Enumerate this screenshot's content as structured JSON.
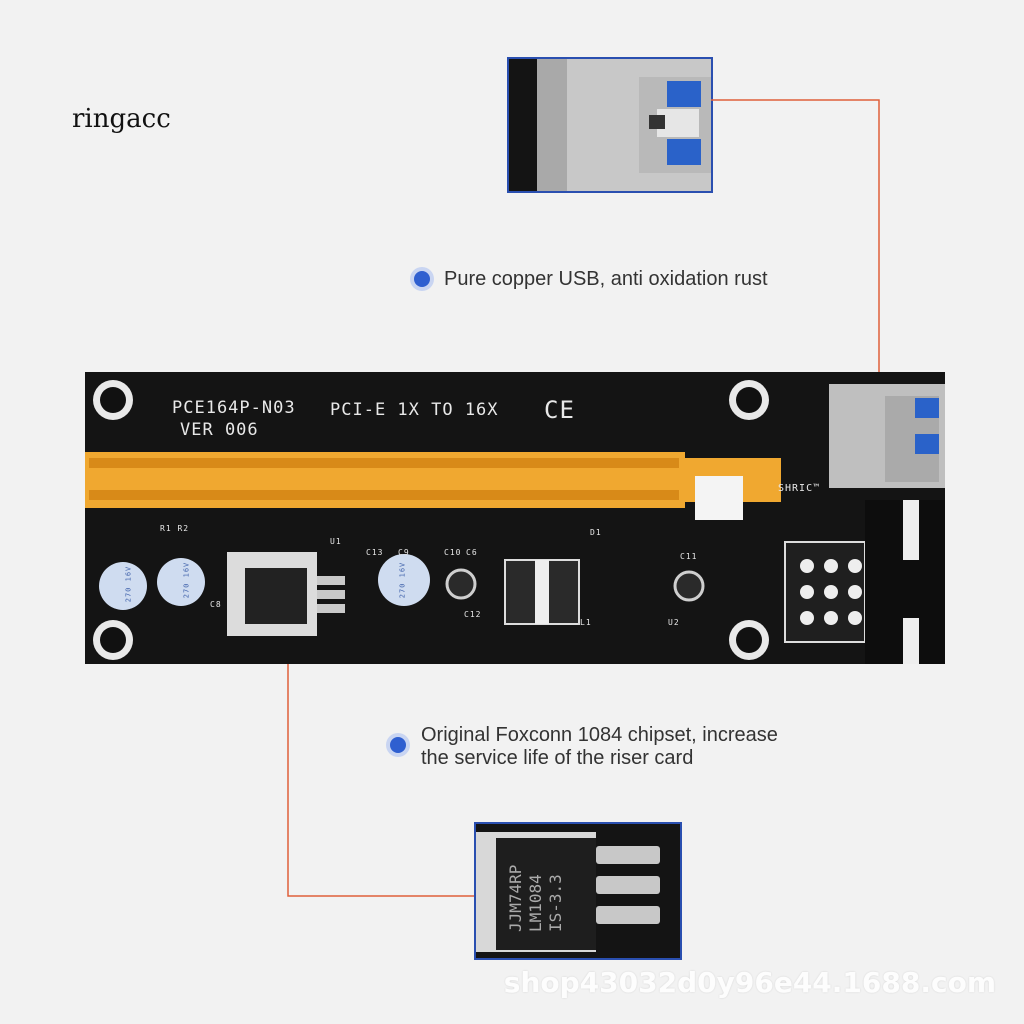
{
  "brand": "ringacc",
  "callouts": {
    "usb": "Pure copper USB, anti oxidation rust",
    "chipset_line1": "Original Foxconn 1084 chipset, increase",
    "chipset_line2": "the service life of the riser card"
  },
  "board": {
    "model": "PCE164P-N03",
    "type": "PCI-E 1X TO 16X",
    "cert": "CE",
    "version": "VER 006",
    "brand_mark": "SHRIC™"
  },
  "components": {
    "u1": "U1",
    "u2": "U2",
    "c13": "C13",
    "c9": "C9",
    "c10": "C10",
    "c6": "C6",
    "c12": "C12",
    "c11": "C11",
    "c8": "C8",
    "l1": "L1",
    "r1r2": "R1 R2",
    "d1": "D1"
  },
  "capacitor_print": "270 16V",
  "chip_marking": [
    "JJM74RP",
    "LM1084",
    "IS-3.3"
  ],
  "watermark": "shop43032d0y96e44.1688.com",
  "colors": {
    "accent": "#2f5fd0",
    "leader": "#e0603a",
    "pcb": "#141414",
    "slot": "#f0a830",
    "usb_blue": "#2a62c9"
  }
}
